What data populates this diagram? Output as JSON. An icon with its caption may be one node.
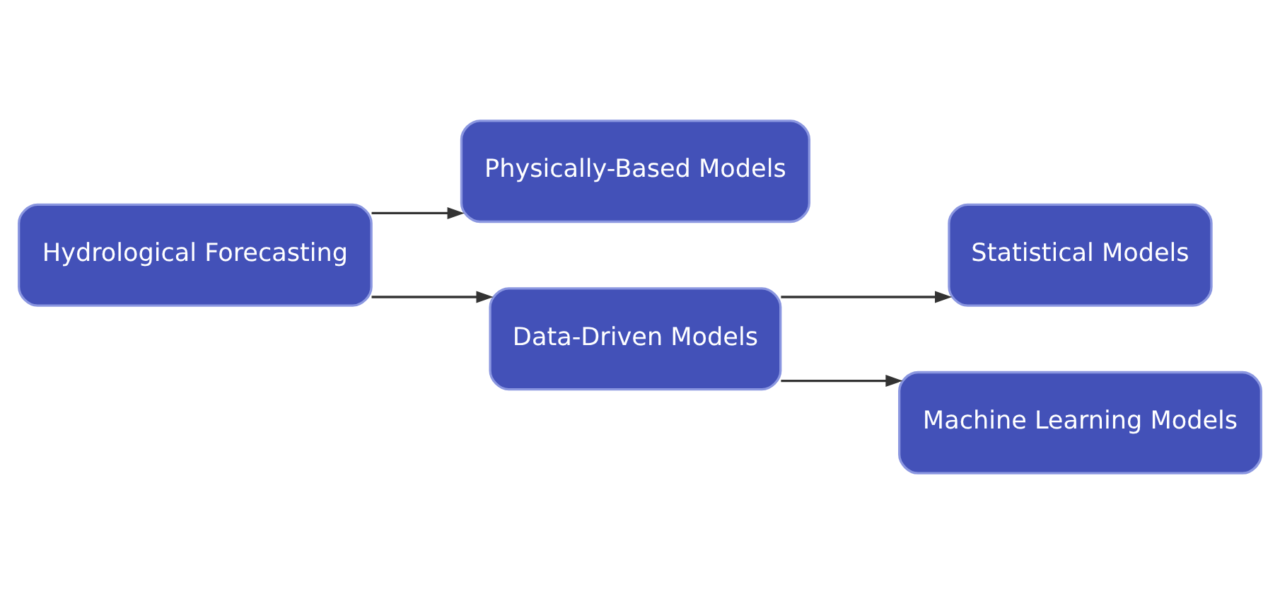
{
  "diagram": {
    "nodes": [
      {
        "text": [
          "Hydrological Forecasting"
        ]
      },
      {
        "text": [
          "Physically-Based Models"
        ]
      },
      {
        "text": [
          "Data-Driven Models"
        ]
      },
      {
        "text": [
          "Statistical Models"
        ]
      },
      {
        "text": [
          "Machine Learning Models"
        ]
      }
    ],
    "edges": [
      {
        "from": 0,
        "to": 1,
        "arrow": "to"
      },
      {
        "from": 0,
        "to": 2,
        "arrow": "to"
      },
      {
        "from": 2,
        "to": 3,
        "arrow": "to"
      },
      {
        "from": 2,
        "to": 4,
        "arrow": "to"
      }
    ]
  }
}
